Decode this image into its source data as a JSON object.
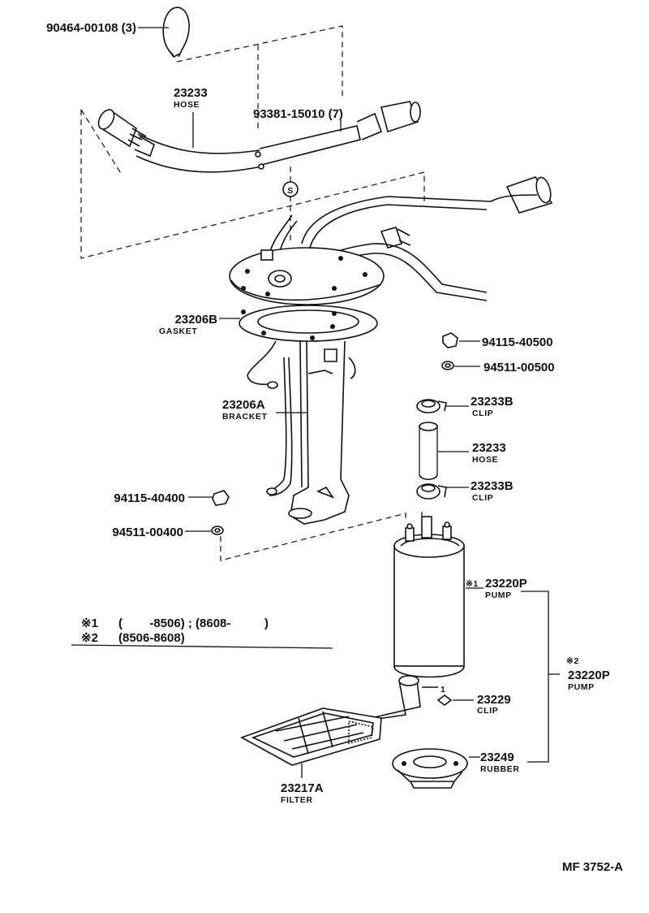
{
  "parts": [
    {
      "id": "p1",
      "number": "90464-00108 (3)",
      "name": ""
    },
    {
      "id": "p2",
      "number": "23233",
      "name": "HOSE"
    },
    {
      "id": "p3",
      "number": "93381-15010 (7)",
      "name": ""
    },
    {
      "id": "p4",
      "number": "23206B",
      "name": "GASKET"
    },
    {
      "id": "p5",
      "number": "23206A",
      "name": "BRACKET"
    },
    {
      "id": "p6",
      "number": "94115-40400",
      "name": ""
    },
    {
      "id": "p7",
      "number": "94511-00400",
      "name": ""
    },
    {
      "id": "p8",
      "number": "94115-40500",
      "name": ""
    },
    {
      "id": "p9",
      "number": "94511-00500",
      "name": ""
    },
    {
      "id": "p10",
      "number": "23233B",
      "name": "CLIP"
    },
    {
      "id": "p11",
      "number": "23233",
      "name": "HOSE"
    },
    {
      "id": "p12",
      "number": "23233B",
      "name": "CLIP"
    },
    {
      "id": "p13",
      "number": "23220P",
      "name": "PUMP",
      "mark": "※1"
    },
    {
      "id": "p14",
      "number": "23220P",
      "name": "PUMP",
      "mark": "※2"
    },
    {
      "id": "p15",
      "number": "23229",
      "name": "CLIP"
    },
    {
      "id": "p16",
      "number": "23249",
      "name": "RUBBER"
    },
    {
      "id": "p17",
      "number": "23217A",
      "name": "FILTER"
    }
  ],
  "legend": [
    {
      "mark": "※1",
      "text": "(        -8506) ; (8608-          )"
    },
    {
      "mark": "※2",
      "text": "(8506-8608)"
    }
  ],
  "symbol_s": "S",
  "qty_mark": "1",
  "diagram_code": "MF 3752-A"
}
